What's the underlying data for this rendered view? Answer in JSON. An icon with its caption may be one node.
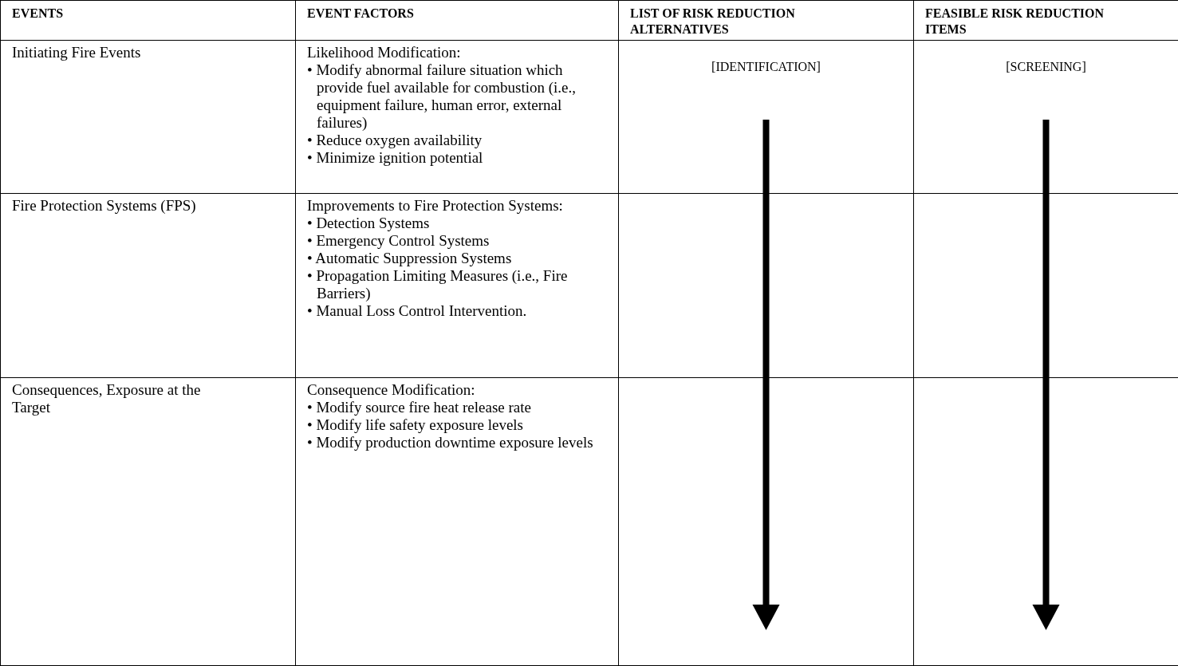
{
  "diagram": {
    "labels": [
      "EVENTS",
      "EVENT FACTORS",
      "LIST OF RISK REDUCTION ALTERNATIVES",
      "FEASIBLE RISK REDUCTION ITEMS",
      "Initiating Fire Events",
      "Likelihood Modification:",
      "• Modify abnormal failure situation which provide fuel available for combustion (i.e., equipment failure, human error, external failures)",
      "• Reduce oxygen availability",
      "• Minimize ignition potential",
      "[IDENTIFICATION]",
      "[SCREENING]",
      "Fire Protection Systems (FPS)",
      "Improvements to Fire Protection Systems:",
      "• Detection Systems",
      "• Emergency Control Systems",
      "• Automatic Suppression Systems",
      "• Propagation Limiting Measures (i.e., Fire Barriers)",
      "• Manual Loss Control Intervention.",
      "Consequences, Exposure at the Target",
      "Consequence Modification:",
      "• Modify source fire heat release rate",
      "• Modify life safety exposure levels",
      "• Modify production downtime exposure levels"
    ]
  }
}
